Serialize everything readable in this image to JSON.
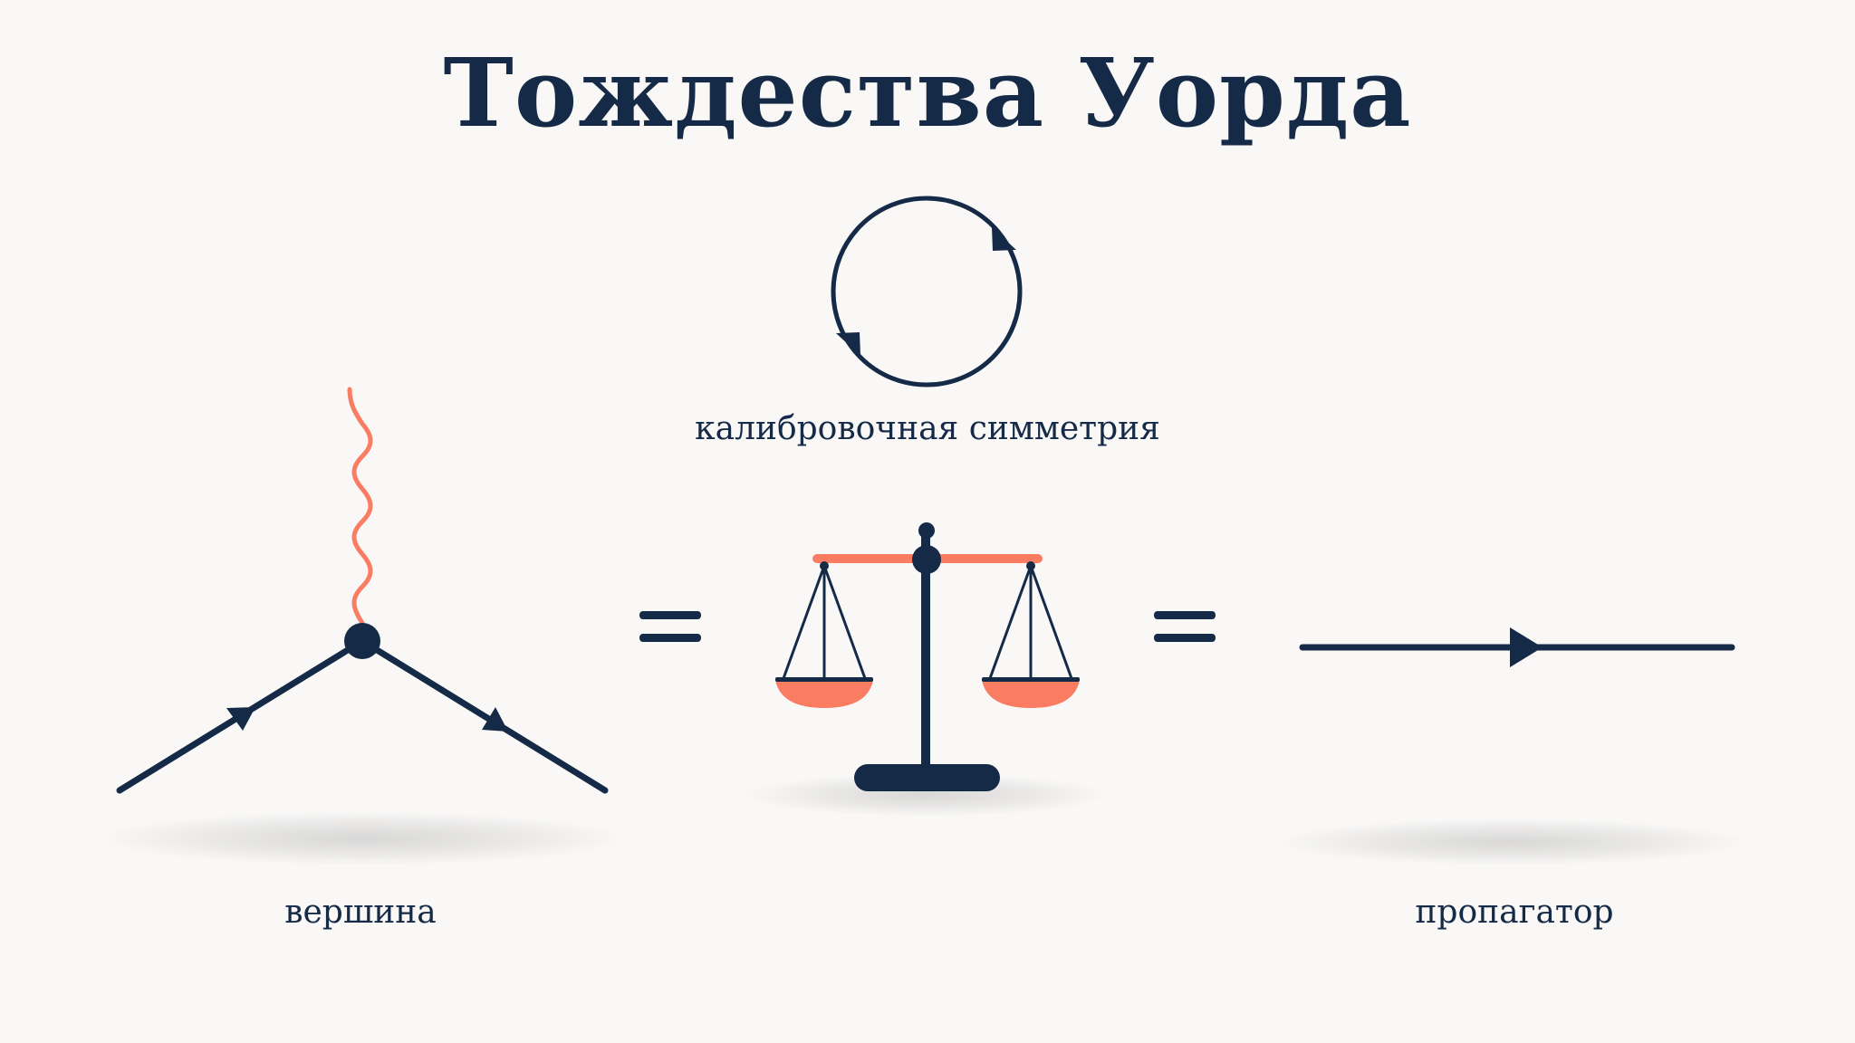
{
  "title": "Тождества Уорда",
  "labels": {
    "gauge_symmetry": "калибровочная симметрия",
    "vertex": "вершина",
    "propagator": "пропагатор"
  },
  "colors": {
    "background": "#f9f8f7",
    "ink": "#152a47",
    "accent": "#fa7c62"
  }
}
